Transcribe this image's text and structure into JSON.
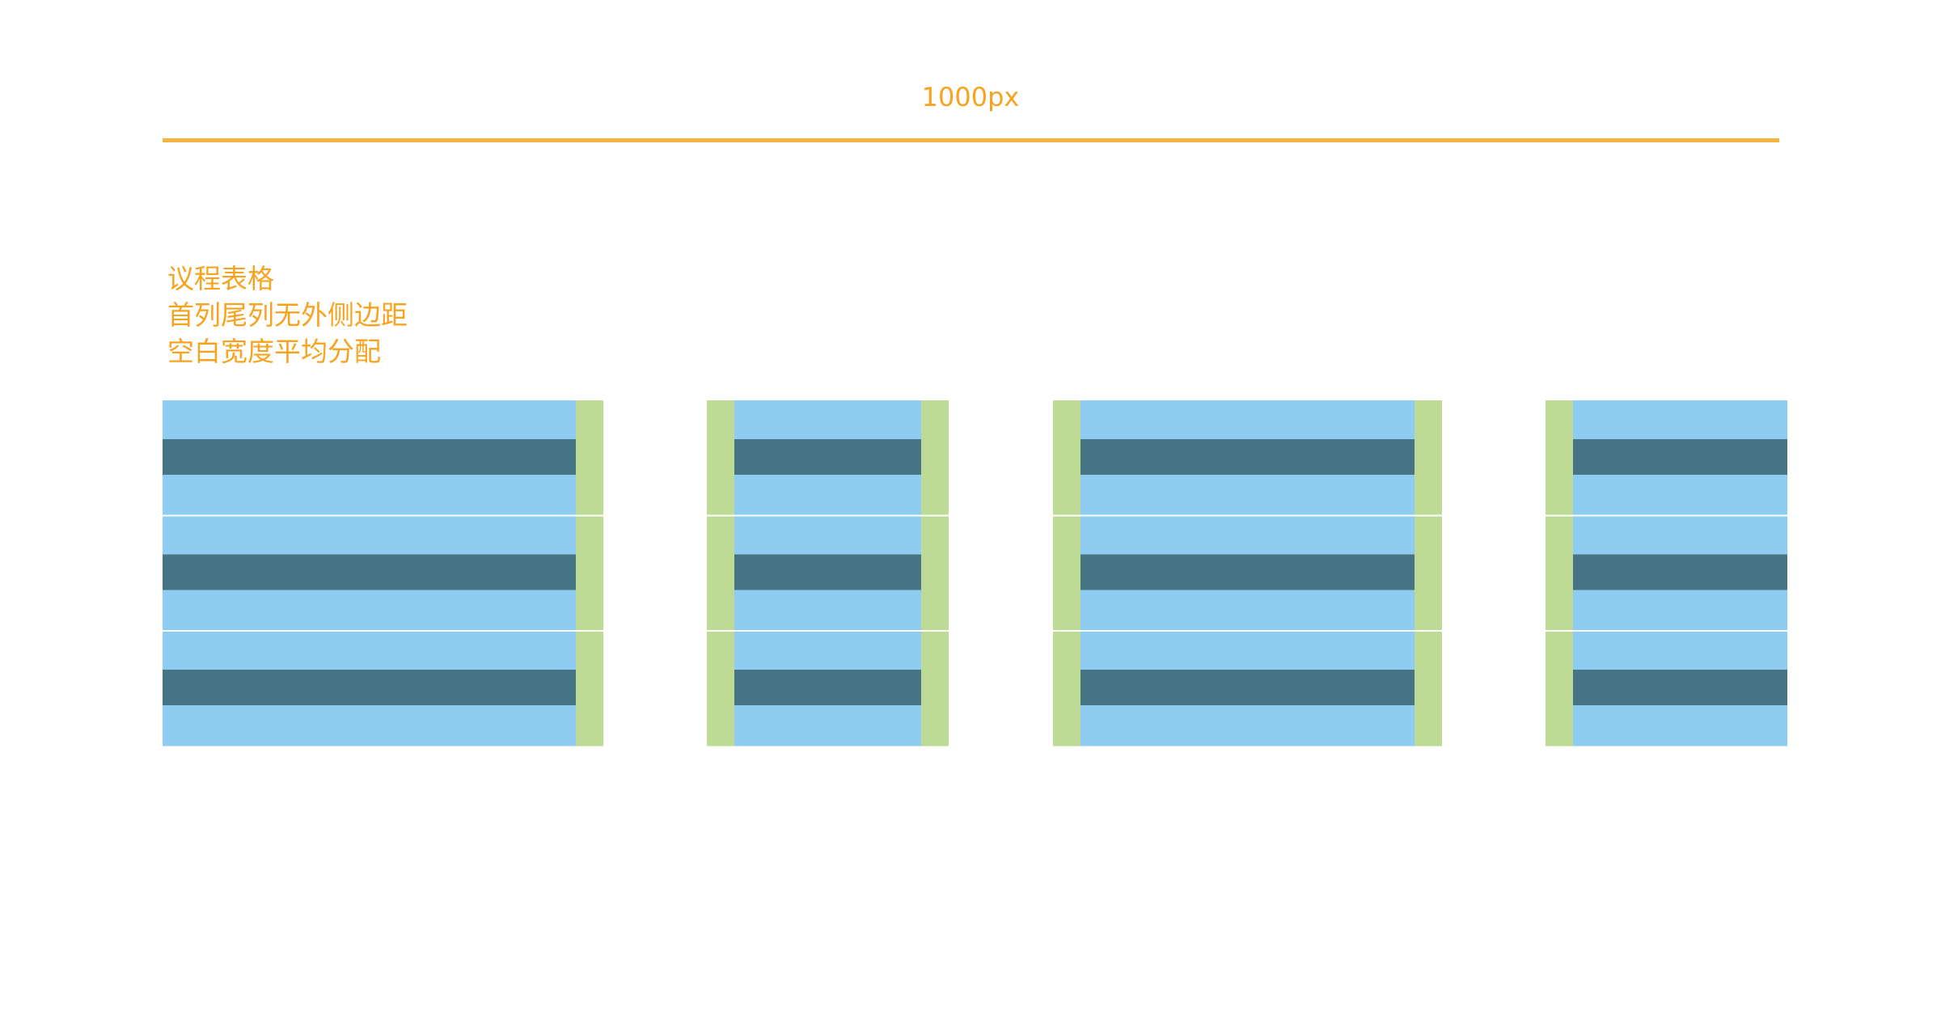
{
  "header": {
    "width_label": "1000px"
  },
  "notes": {
    "lines": [
      "议程表格",
      "首列尾列无外侧边距",
      "空白宽度平均分配"
    ]
  },
  "grid": {
    "column_count": 4,
    "row_groups": 3,
    "stripes_per_group": 3,
    "first_column_outer_margin": false,
    "last_column_outer_margin": false,
    "spacing": "equal"
  },
  "colors": {
    "accent": "#f7a320",
    "rule": "#f6b540",
    "row_light": "#8fccf2",
    "row_dark": "#467484",
    "margin": "#bedb96",
    "divider": "#ffffff",
    "background": "#ffffff"
  }
}
